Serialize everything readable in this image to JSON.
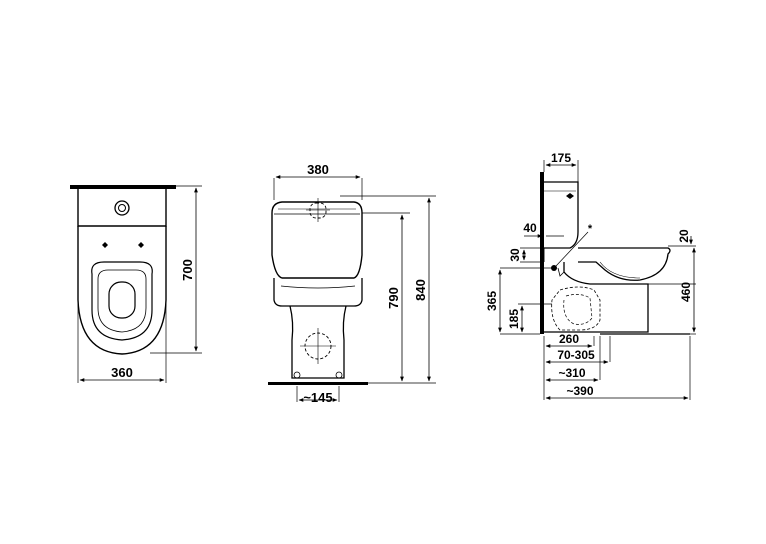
{
  "top_view": {
    "width_label": "360",
    "depth_label": "700"
  },
  "front_view": {
    "width_label": "380",
    "pan_height_label": "790",
    "total_height_label": "840",
    "outlet_spacing_label": "~145"
  },
  "side_view": {
    "tank_depth_label": "175",
    "inlet_offset_label": "40",
    "inlet_drop_label": "30",
    "rim_offset_label": "20",
    "asterisk_label": "*",
    "inlet_height_label": "365",
    "outlet_height_label": "185",
    "seat_height_label": "460",
    "dim_260_label": "260",
    "dim_70_305_label": "70-305",
    "dim_310_label": "~310",
    "dim_390_label": "~390"
  },
  "colors": {
    "line": "#000000",
    "background": "#ffffff"
  }
}
